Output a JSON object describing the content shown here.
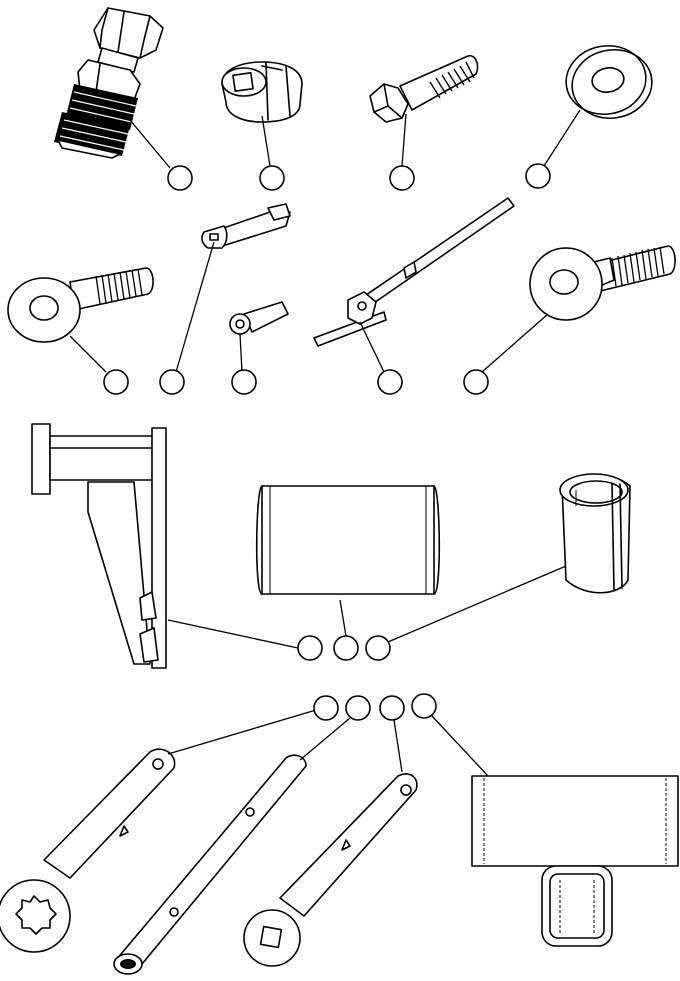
{
  "diagram": {
    "parts": [
      {
        "name": "coupling-fitting"
      },
      {
        "name": "square-drive-socket"
      },
      {
        "name": "hex-bolt"
      },
      {
        "name": "flat-washer"
      },
      {
        "name": "eye-bolt-left"
      },
      {
        "name": "socket-extension"
      },
      {
        "name": "socket-adapter"
      },
      {
        "name": "t-handle-bar"
      },
      {
        "name": "eye-bolt-right"
      },
      {
        "name": "support-bracket"
      },
      {
        "name": "sleeve-cylinder"
      },
      {
        "name": "ring-collar"
      },
      {
        "name": "ratchet-ring-wrench"
      },
      {
        "name": "tubular-wrench"
      },
      {
        "name": "square-drive-wrench"
      },
      {
        "name": "block-fixture"
      }
    ],
    "callouts": [
      {
        "id": "c1",
        "label": ""
      },
      {
        "id": "c2",
        "label": ""
      },
      {
        "id": "c3",
        "label": ""
      },
      {
        "id": "c4",
        "label": ""
      },
      {
        "id": "c5",
        "label": ""
      },
      {
        "id": "c6",
        "label": ""
      },
      {
        "id": "c7",
        "label": ""
      },
      {
        "id": "c8",
        "label": ""
      },
      {
        "id": "c9",
        "label": ""
      },
      {
        "id": "c10",
        "label": ""
      },
      {
        "id": "c11",
        "label": ""
      },
      {
        "id": "c12",
        "label": ""
      },
      {
        "id": "c13",
        "label": ""
      },
      {
        "id": "c14",
        "label": ""
      },
      {
        "id": "c15",
        "label": ""
      },
      {
        "id": "c16",
        "label": ""
      }
    ],
    "colors": {
      "line": "#000000",
      "background": "#ffffff"
    }
  }
}
